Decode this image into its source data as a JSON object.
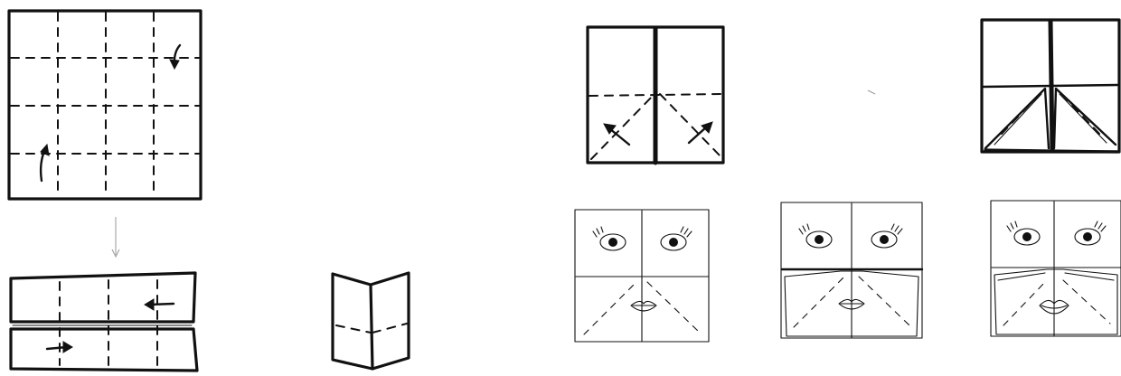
{
  "diagram": {
    "type": "origami-folding-instructions",
    "steps": [
      {
        "step": "square-with-crease-grid",
        "fold_arrows": 2
      },
      {
        "step": "edges-folded-to-center",
        "fold_arrows": 2
      },
      {
        "step": "folded-strip-side-view"
      },
      {
        "step": "corner-fold-guides",
        "fold_arrows": 2
      },
      {
        "step": "corners-folded"
      },
      {
        "step": "face-drawing",
        "variant": 1
      },
      {
        "step": "face-drawing",
        "variant": 2
      },
      {
        "step": "face-drawing",
        "variant": 3
      }
    ],
    "icons": [
      "fold-arrow-icon",
      "eye-icon",
      "mouth-icon"
    ]
  }
}
